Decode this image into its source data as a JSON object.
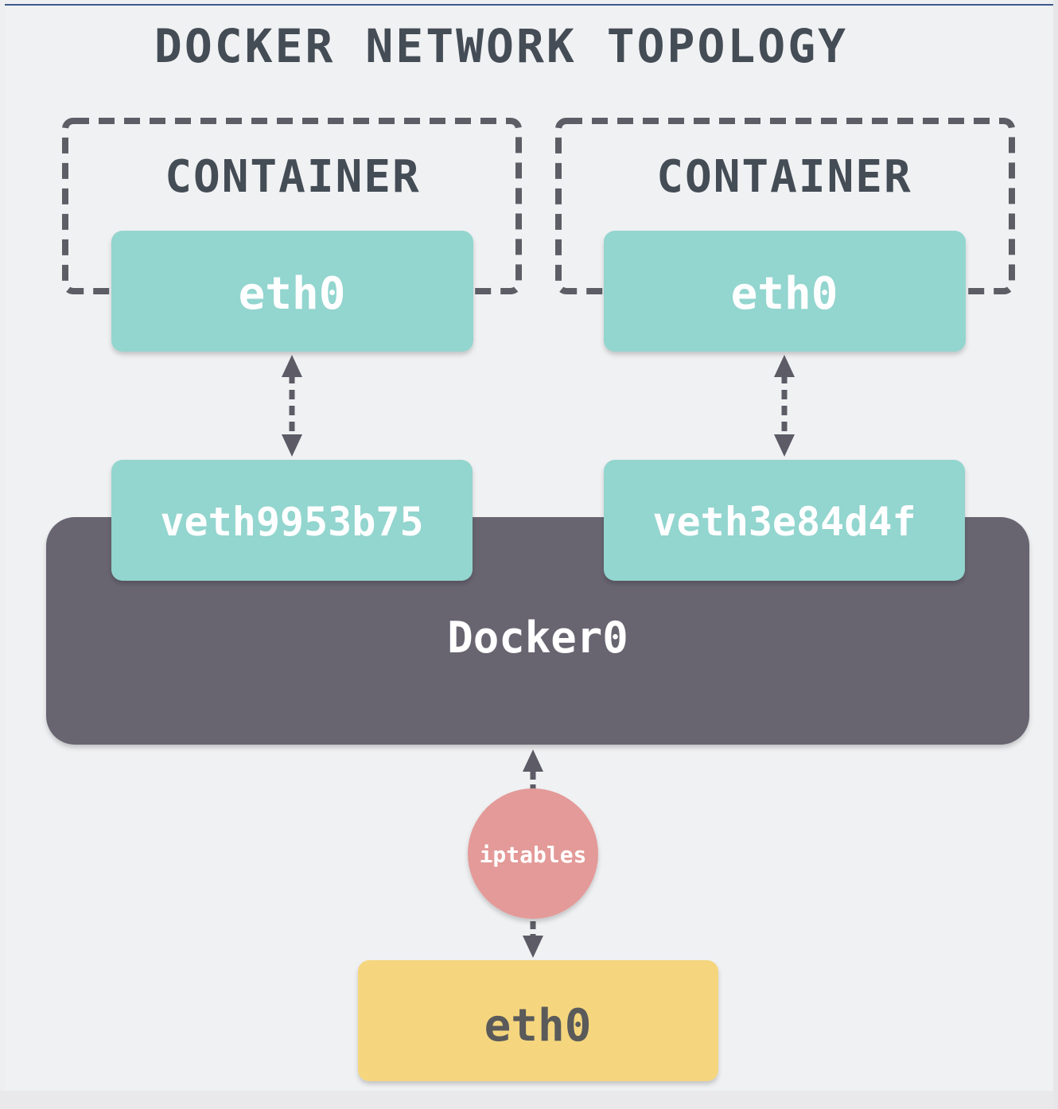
{
  "title": "DOCKER NETWORK TOPOLOGY",
  "containers": [
    {
      "label": "CONTAINER",
      "interface": "eth0",
      "veth": "veth9953b75"
    },
    {
      "label": "CONTAINER",
      "interface": "eth0",
      "veth": "veth3e84d4f"
    }
  ],
  "bridge": {
    "label": "Docker0"
  },
  "firewall": {
    "label": "iptables"
  },
  "host": {
    "interface": "eth0"
  },
  "colors": {
    "background": "#f0f1f3",
    "text_dark": "#444c55",
    "container_border": "#5d5d66",
    "interface_teal": "#93d5cf",
    "bridge_gray": "#676571",
    "iptables_red": "#e39a98",
    "host_yellow": "#f5d67e",
    "arrow": "#5c5b66",
    "white_text": "#ffffff"
  }
}
